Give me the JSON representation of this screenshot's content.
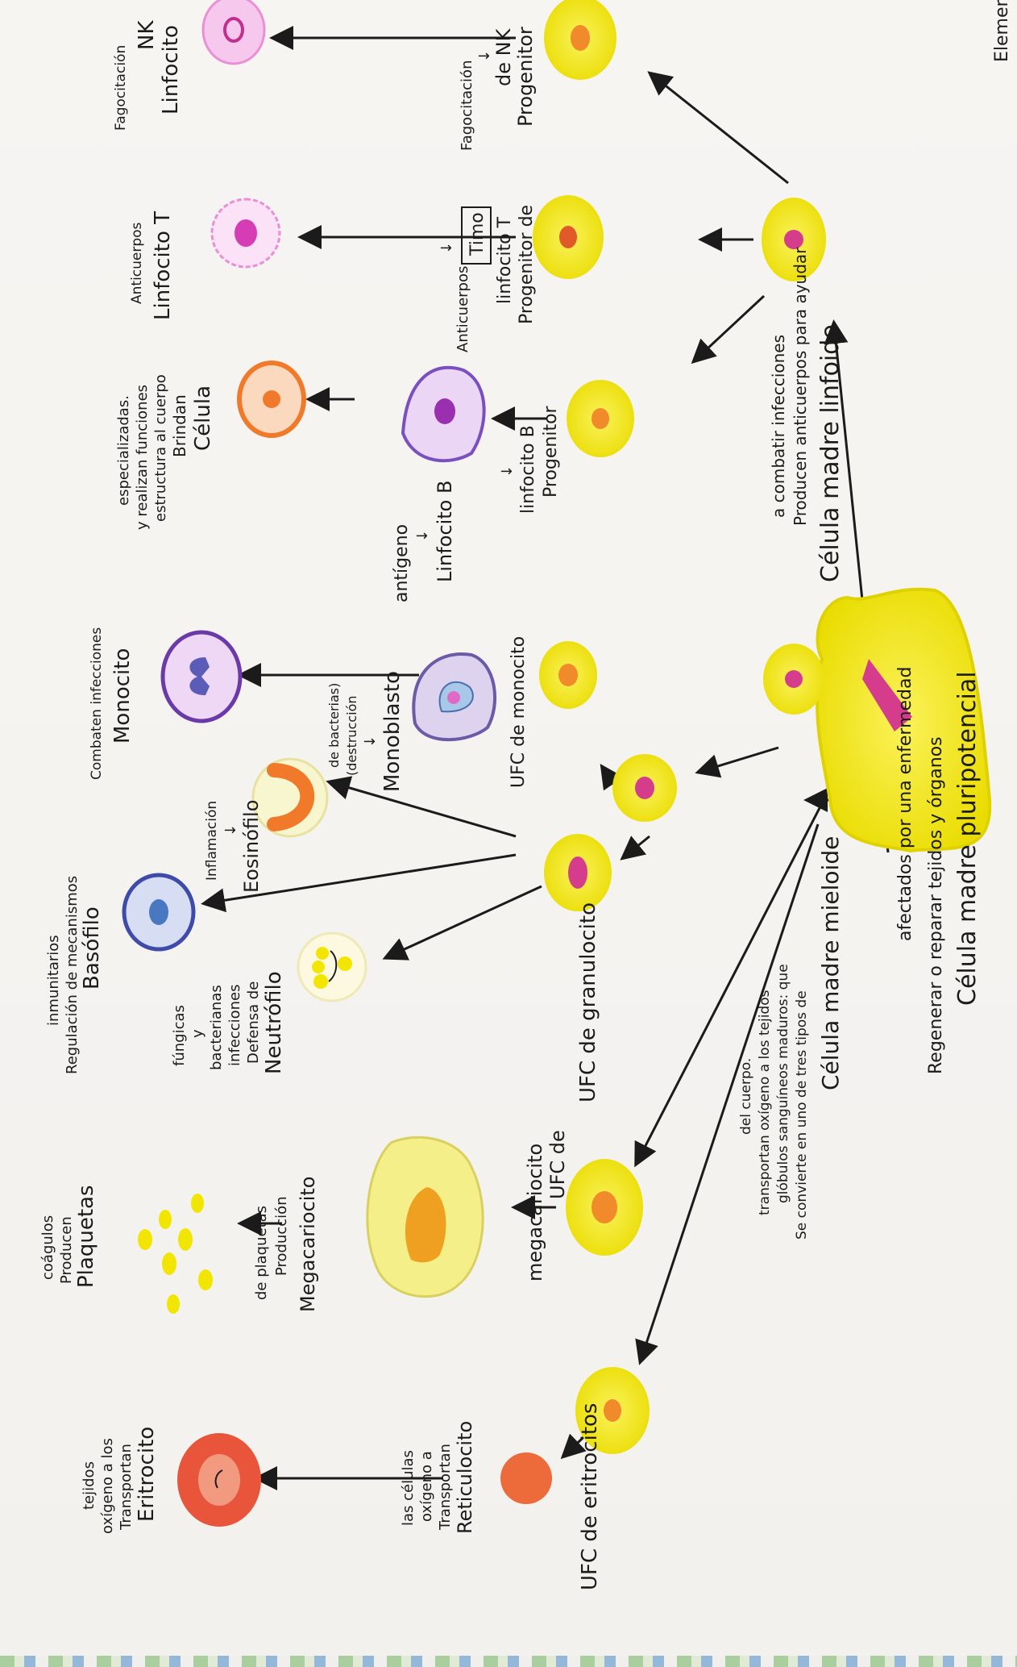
{
  "page": {
    "corner_title": "Elementos Formes"
  },
  "stem_cell": {
    "title": "Célula madre pluripotencial",
    "desc": [
      "Regenerar o reparar tejidos y órganos",
      "afectados por una enfermedad"
    ]
  },
  "lymphoid_stem": {
    "title": "Célula madre linfoide",
    "desc": [
      "Producen anticuerpos para ayudar",
      "a combatir infecciones"
    ]
  },
  "myeloid_stem": {
    "title": "Célula madre mieloide",
    "desc": [
      "Se convierte en uno de tres tipos de",
      "glóbulos sanguíneos maduros: que",
      "transportan oxígeno a los tejidos",
      "del cuerpo."
    ]
  },
  "nk_progenitor": {
    "title": [
      "Progenitor",
      "de NK"
    ],
    "sub": [
      "↓",
      "Fagocitación"
    ]
  },
  "nk_cell": {
    "title": [
      "Linfocito",
      "NK"
    ],
    "sub": [
      "Fagocitación"
    ]
  },
  "t_progenitor": {
    "title": [
      "Progenitor de",
      "linfocito T"
    ],
    "box": "Timo",
    "sub": [
      "↓",
      "Anticuerpos"
    ]
  },
  "t_cell": {
    "title": [
      "Linfocito T"
    ],
    "sub": [
      "Anticuerpos"
    ]
  },
  "b_progenitor": {
    "title": [
      "Progenitor",
      "linfocito B"
    ],
    "sub": [
      "↓"
    ]
  },
  "b_cell": {
    "title": [
      "Linfocito B"
    ],
    "sub": [
      "↓",
      "antígeno"
    ]
  },
  "plasma_cell": {
    "title": [
      "Célula"
    ],
    "sub": [
      "Brindan",
      "estructura al cuerpo",
      "y realizan funciones",
      "especializadas."
    ]
  },
  "monocyte_ufc": {
    "title": [
      "UFC de monocito"
    ]
  },
  "monoblast": {
    "title": [
      "Monoblasto"
    ],
    "sub": [
      "↓",
      "(destrucción",
      "de bacterias)"
    ]
  },
  "monocyte": {
    "title": [
      "Monocito"
    ],
    "sub": [
      "Combaten infecciones"
    ]
  },
  "granulocyte_ufc": {
    "title": [
      "UFC de granulocito"
    ]
  },
  "eosinophil": {
    "title": [
      "Eosinófilo"
    ],
    "sub": [
      "↓",
      "Inflamación"
    ]
  },
  "basophil": {
    "title": [
      "Basófilo"
    ],
    "sub": [
      "Regulación de mecanismos",
      "inmunitarios"
    ]
  },
  "neutrophil": {
    "title": [
      "Neutrófilo"
    ],
    "sub": [
      "Defensa de",
      "infecciones",
      "bacterianas",
      "y",
      "fúngicas"
    ]
  },
  "megakaryocyte_ufc": {
    "title": [
      "UFC de",
      "megacariocito"
    ]
  },
  "megakaryocyte": {
    "title": [
      "Megacariocito"
    ],
    "sub": [
      "Producción",
      "de plaquetas"
    ]
  },
  "platelets": {
    "title": [
      "Plaquetas"
    ],
    "sub": [
      "Producen",
      "coágulos"
    ]
  },
  "erythrocyte_ufc": {
    "title": [
      "UFC de eritrocitos"
    ]
  },
  "reticulocyte": {
    "title": [
      "Reticulocito"
    ],
    "sub": [
      "Transportan",
      "oxígeno a",
      "las células"
    ]
  },
  "erythrocyte": {
    "title": [
      "Eritrocito"
    ],
    "sub": [
      "Transportan",
      "oxígeno a los",
      "tejidos"
    ]
  },
  "colors": {
    "yellow": "#f2e600",
    "nucleus_pink": "#d63c8c",
    "nucleus_orange": "#f08a2a",
    "purple": "#7a4fc0",
    "lilac": "#d7bce9",
    "pink": "#f3a6dc",
    "orange": "#f07a2a",
    "red": "#e8553a",
    "blue": "#3f4ba8",
    "ink": "#1b1b1b"
  }
}
